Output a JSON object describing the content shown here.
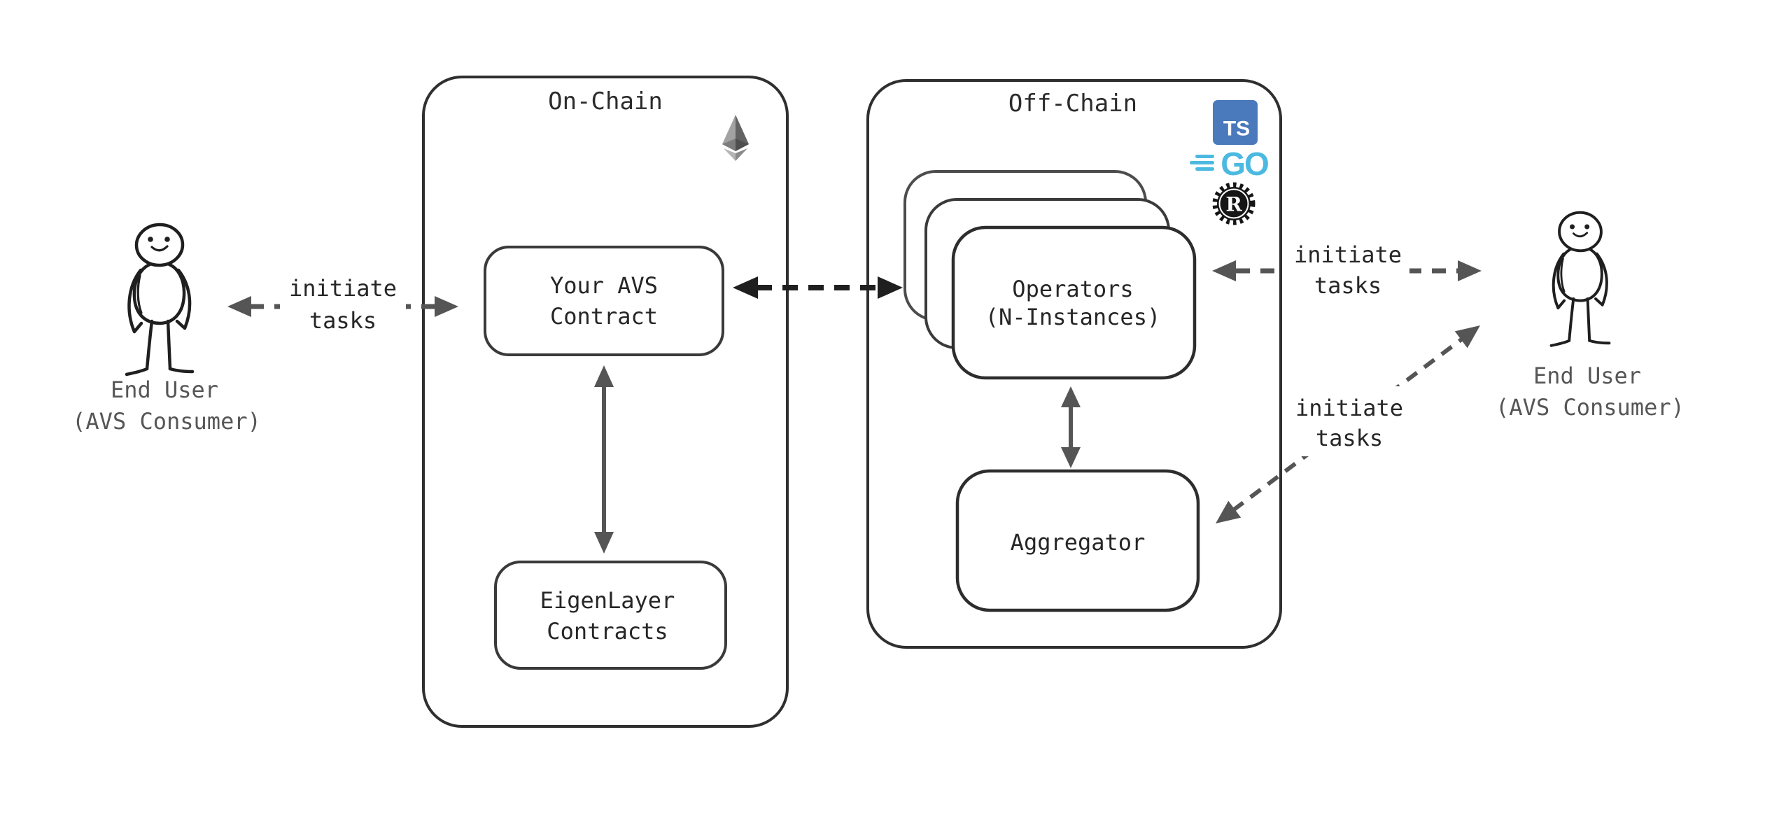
{
  "on_chain": {
    "title": "On-Chain",
    "avs_box": {
      "line1": "Your AVS",
      "line2": "Contract"
    },
    "eigen_box": {
      "line1": "EigenLayer",
      "line2": "Contracts"
    }
  },
  "off_chain": {
    "title": "Off-Chain",
    "operators_box": {
      "line1": "Operators",
      "line2": "(N-Instances)"
    },
    "aggregator_box": {
      "label": "Aggregator"
    }
  },
  "users": {
    "left": {
      "line1": "End User",
      "line2": "(AVS Consumer)"
    },
    "right": {
      "line1": "End User",
      "line2": "(AVS Consumer)"
    }
  },
  "arrow_labels": {
    "left": {
      "line1": "initiate",
      "line2": "tasks"
    },
    "right_top": {
      "line1": "initiate",
      "line2": "tasks"
    },
    "right_diagonal": {
      "line1": "initiate",
      "line2": "tasks"
    }
  },
  "logos": {
    "typescript": "TS",
    "go": "GO",
    "rust": "R",
    "ethereum": "ethereum-diamond-icon"
  },
  "colors": {
    "background": "#ffffff",
    "container_border": "#2f2f2f",
    "box_border": "#3a3a3a",
    "text_dark": "#262626",
    "text_gray": "#565656",
    "arrow_gray": "#555555",
    "arrow_black": "#1f1f1f",
    "ts_blue": "#4a79bc",
    "go_blue": "#4cb9e0",
    "rust_black": "#161616",
    "eth_light": "#a2a2a2",
    "eth_dark": "#636363"
  }
}
